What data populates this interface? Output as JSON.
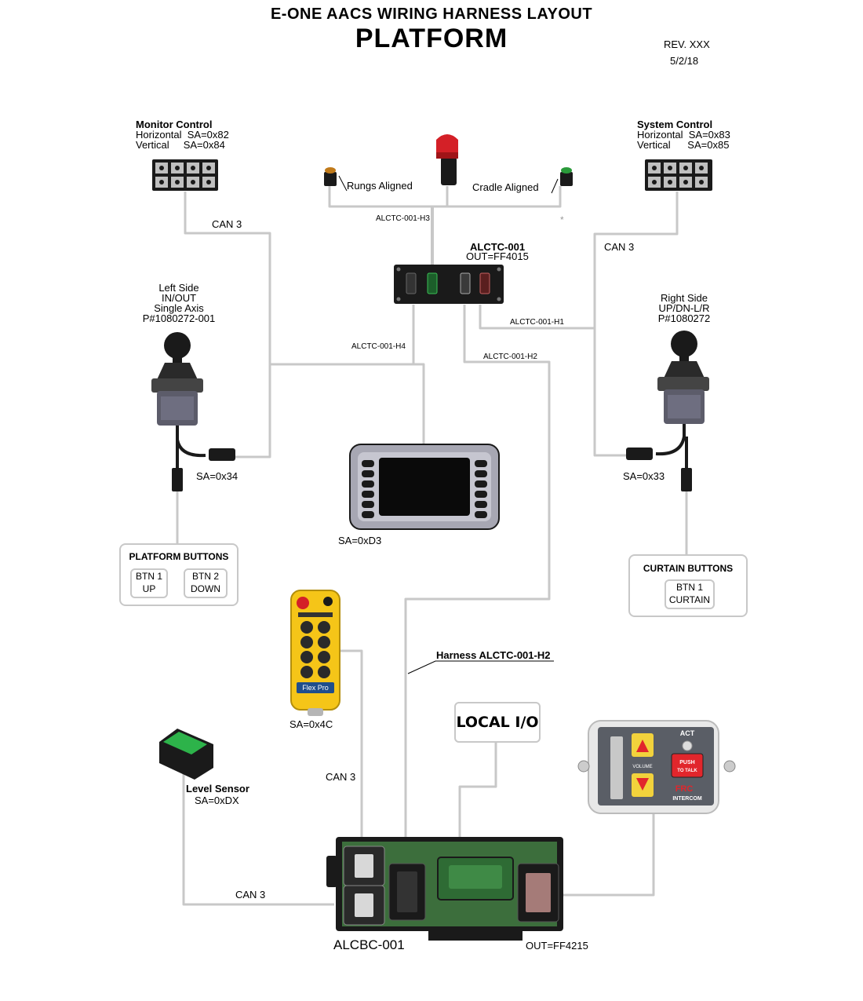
{
  "header": {
    "title": "E-ONE AACS WIRING HARNESS LAYOUT",
    "subtitle": "PLATFORM",
    "rev": "REV. XXX",
    "date": "5/2/18"
  },
  "monitor_control": {
    "title": "Monitor Control",
    "line1": "Horizontal  SA=0x82",
    "line2": "Vertical     SA=0x84"
  },
  "system_control": {
    "title": "System Control",
    "line1": "Horizontal  SA=0x83",
    "line2": "Vertical      SA=0x85"
  },
  "indicators": {
    "rungs": "Rungs Aligned",
    "cradle": "Cradle Aligned"
  },
  "alctc": {
    "name": "ALCTC-001",
    "out": "OUT=FF4015"
  },
  "harness": {
    "h1": "ALCTC-001-H1",
    "h2": "ALCTC-001-H2",
    "h3": "ALCTC-001-H3",
    "h4": "ALCTC-001-H4",
    "main": "Harness ALCTC-001-H2"
  },
  "can": {
    "left_top": "CAN 3",
    "right_top": "CAN 3",
    "remote": "CAN 3",
    "level": "CAN 3"
  },
  "left_joystick": {
    "line1": "Left Side",
    "line2": "IN/OUT",
    "line3": "Single Axis",
    "line4": "P#1080272-001",
    "sa": "SA=0x34"
  },
  "right_joystick": {
    "line1": "Right Side",
    "line2": "UP/DN-L/R",
    "line3": "P#1080272",
    "sa": "SA=0x33"
  },
  "display": {
    "sa": "SA=0xD3"
  },
  "platform_buttons": {
    "title": "PLATFORM BUTTONS",
    "btn1": [
      "BTN 1",
      "UP"
    ],
    "btn2": [
      "BTN 2",
      "DOWN"
    ]
  },
  "curtain_buttons": {
    "title": "CURTAIN BUTTONS",
    "btn1": [
      "BTN 1",
      "CURTAIN"
    ]
  },
  "remote": {
    "brand": "Flex Pro",
    "sa": "SA=0x4C"
  },
  "level_sensor": {
    "title": "Level Sensor",
    "sa": "SA=0xDX"
  },
  "local_io": {
    "label": "LOCAL I/O"
  },
  "intercom": {
    "act": "ACT",
    "volume": "VOLUME",
    "push1": "PUSH",
    "push2": "TO TALK",
    "brand": "FRC",
    "brand2": "INTERCOM"
  },
  "alcbc": {
    "name": "ALCBC-001",
    "out": "OUT=FF4215"
  },
  "colors": {
    "wire": "#c8c8c8",
    "module": "#1a1a1a",
    "estop_red": "#d42027",
    "remote_yellow": "#f5c518",
    "intercom_red": "#e1262c",
    "intercom_yellow": "#f2d23c",
    "pcb_green": "#3c6e3c",
    "sensor_green": "#2db34a"
  }
}
